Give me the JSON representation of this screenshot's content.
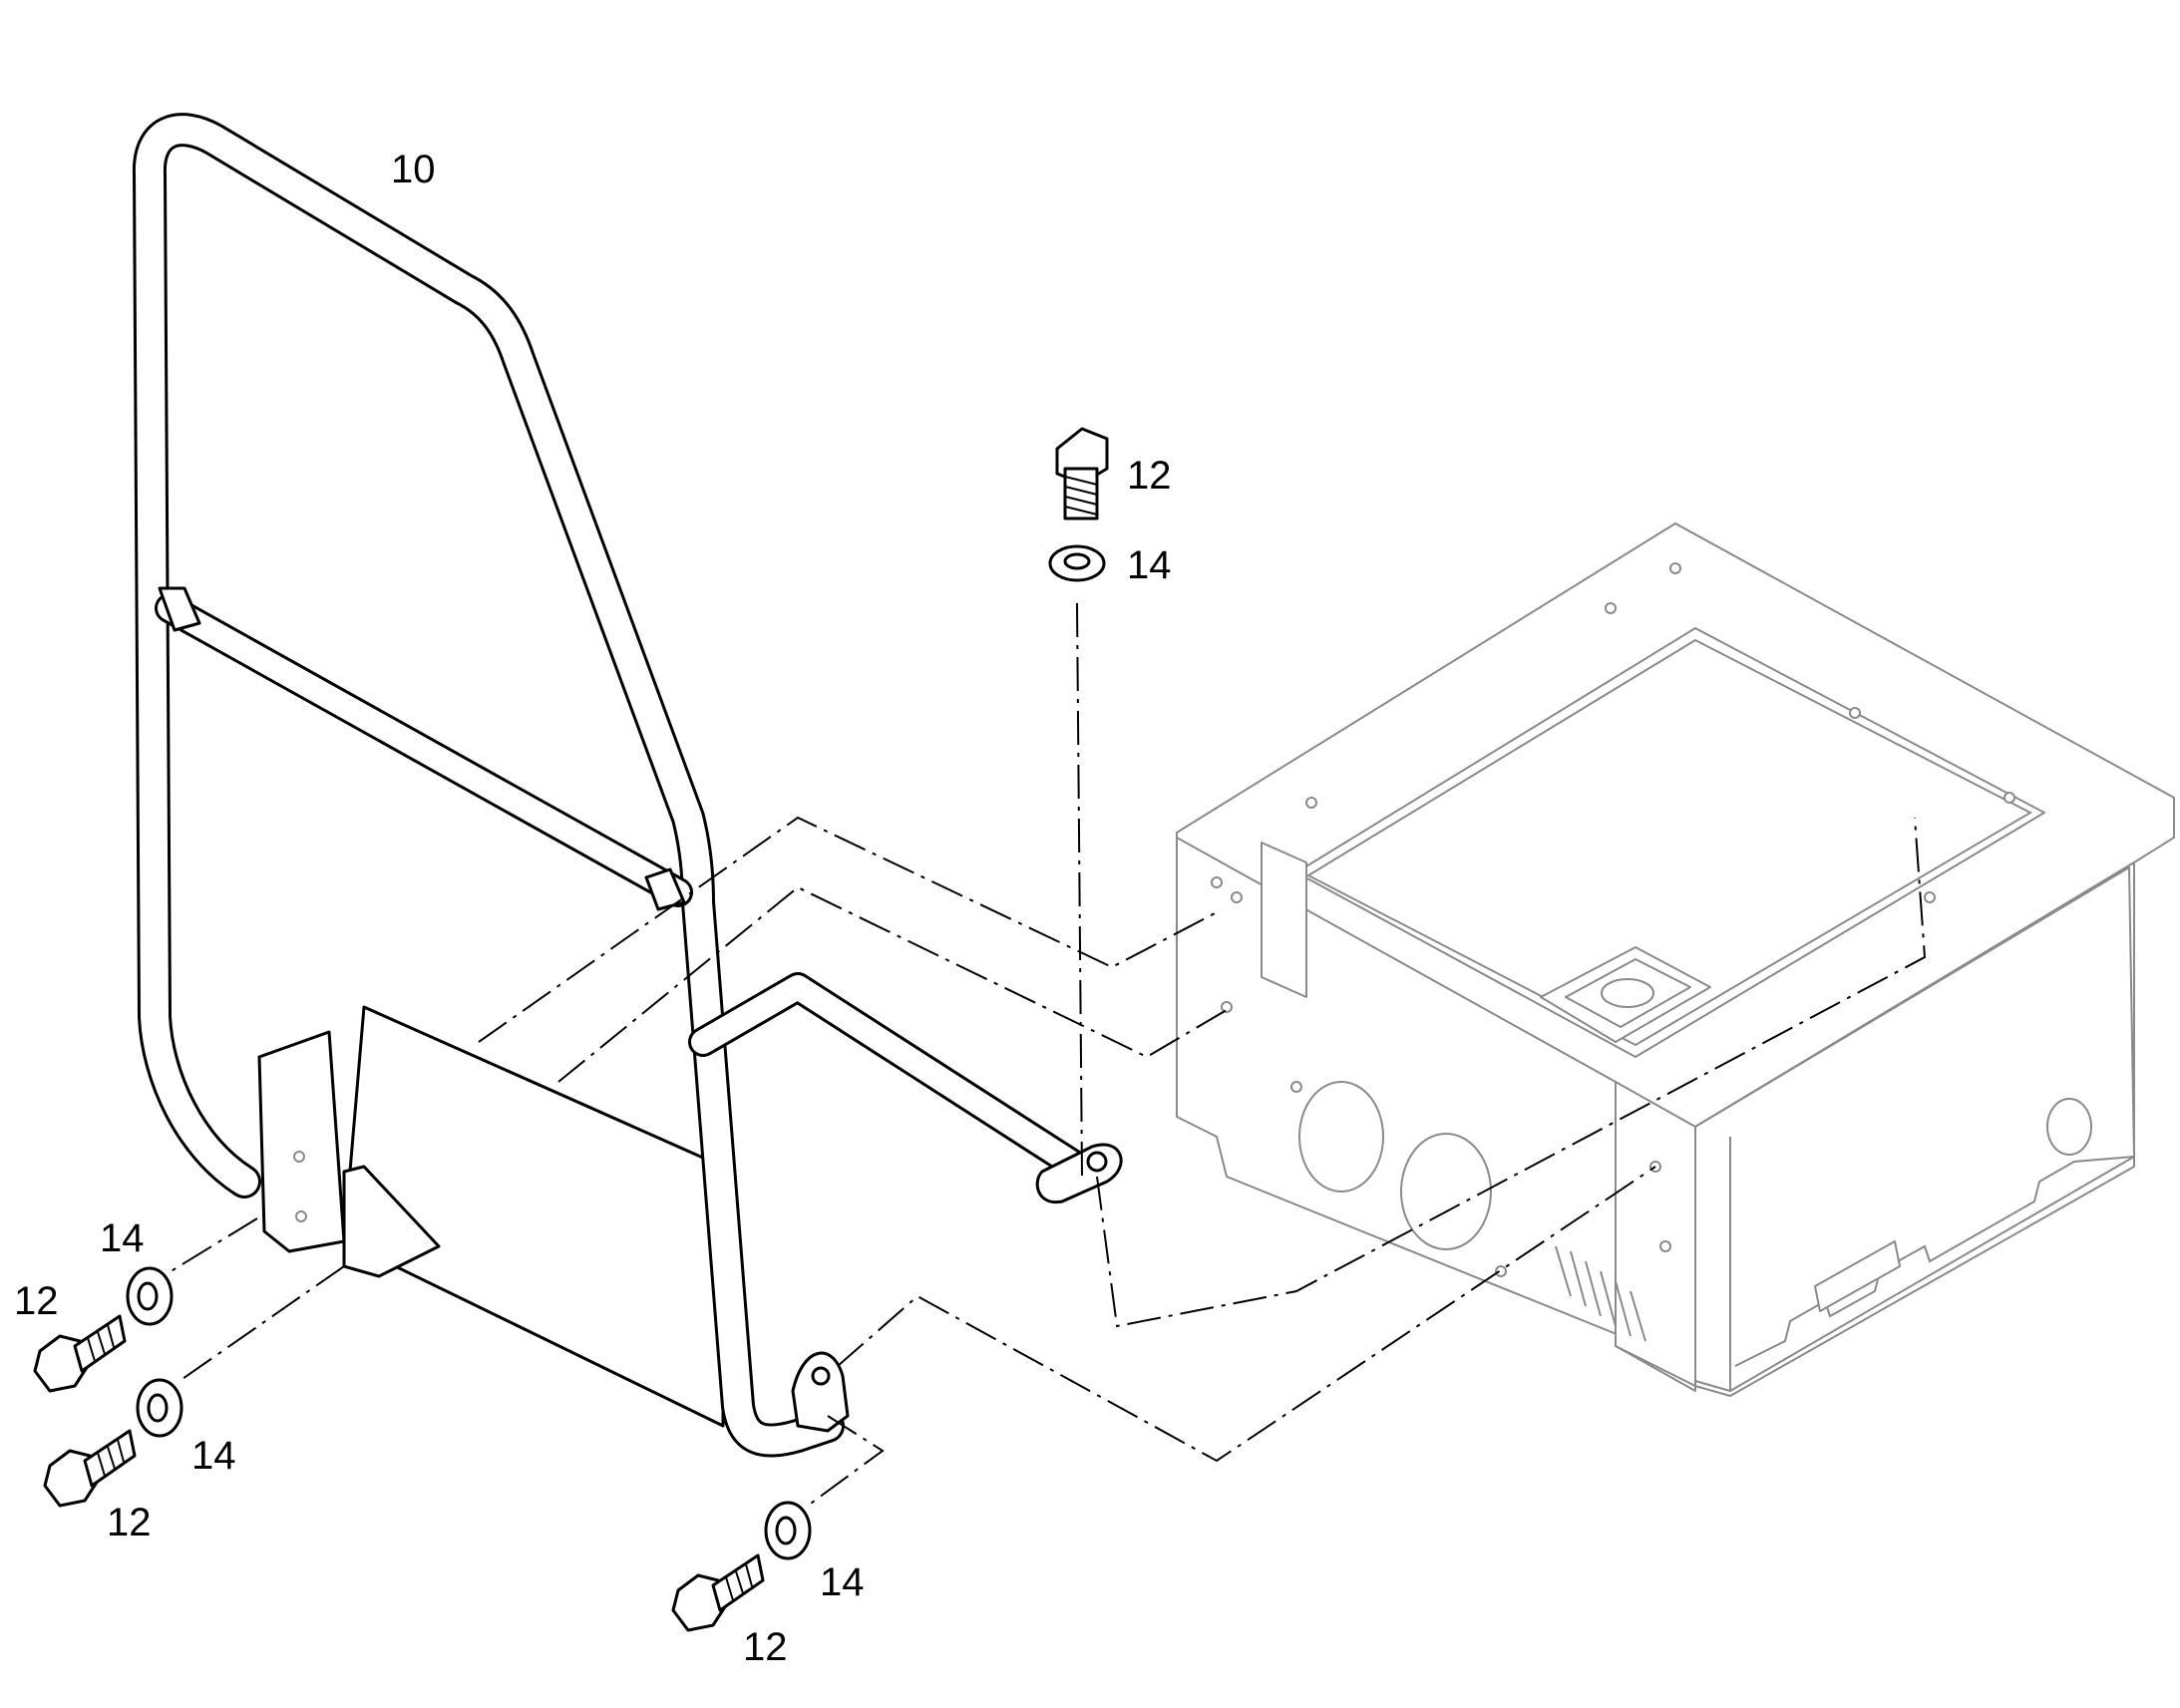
{
  "diagram": {
    "callouts": {
      "handrail": "10",
      "bolt_top": "12",
      "washer_top": "14",
      "washer_left_upper": "14",
      "bolt_left_upper": "12",
      "washer_left_lower": "14",
      "bolt_left_lower": "12",
      "washer_bottom": "14",
      "bolt_bottom": "12"
    },
    "colors": {
      "line": "#000000",
      "ghost": "#8a8a8a",
      "background": "#ffffff"
    },
    "icons": {
      "handrail": "handrail-frame",
      "bolt": "hex-bolt",
      "washer": "flat-washer",
      "cab": "cab-base-assembly"
    }
  }
}
